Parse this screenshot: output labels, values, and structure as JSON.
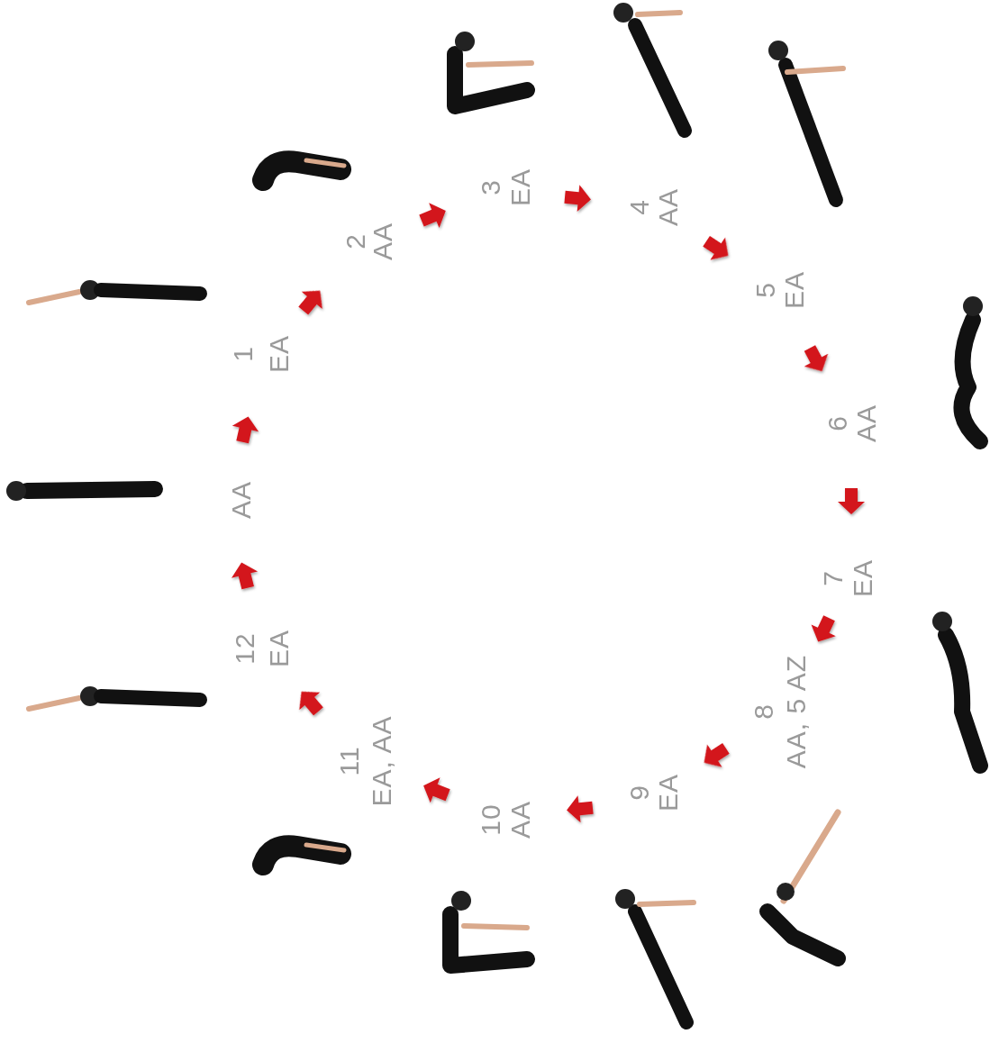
{
  "diagram": {
    "labels": [
      "AA",
      "1",
      "EA",
      "2",
      "AA",
      "3",
      "EA",
      "4",
      "AA",
      "5",
      "EA",
      "6",
      "AA",
      "7",
      "EA",
      "8",
      "AA, 5 AZ",
      "9",
      "EA",
      "10",
      "AA",
      "11",
      "EA, AA",
      "12",
      "EA"
    ]
  }
}
